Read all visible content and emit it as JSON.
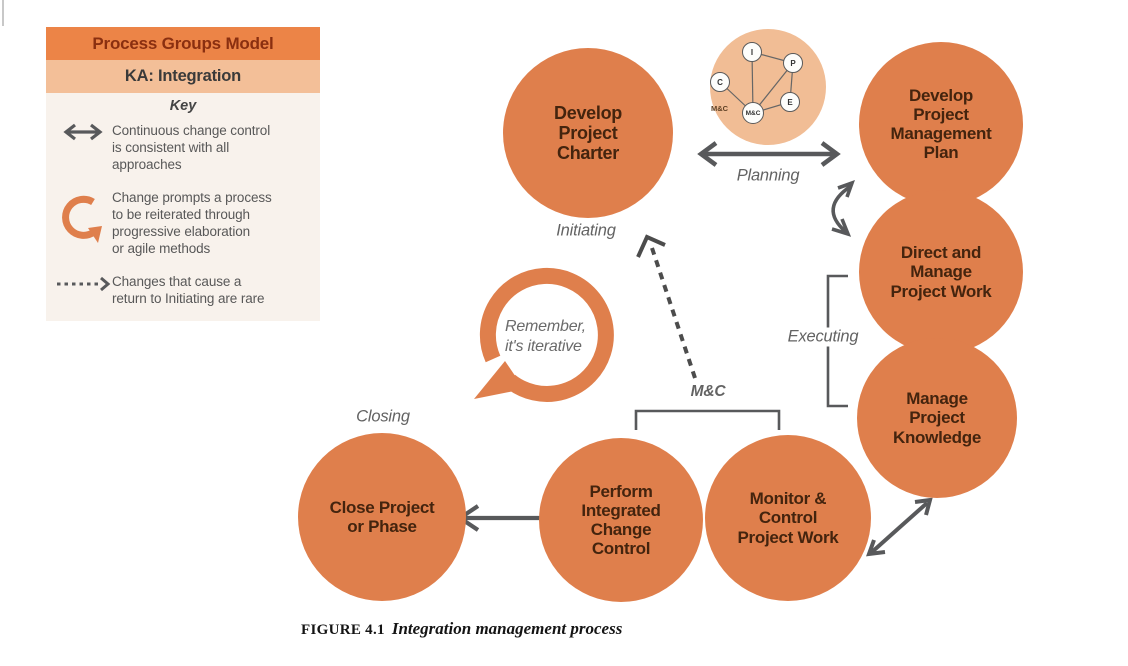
{
  "legend": {
    "title": "Process Groups Model",
    "subtitle": "KA: Integration",
    "key_label": "Key",
    "items": [
      {
        "icon": "double-arrow-icon",
        "text": "Continuous change control\nis consistent with all\napproaches"
      },
      {
        "icon": "curved-arrow-icon",
        "text": "Change prompts a process\nto be reiterated through\nprogressive elaboration\nor agile methods"
      },
      {
        "icon": "dashed-arrow-icon",
        "text": "Changes that cause a\nreturn to Initiating are rare"
      }
    ]
  },
  "mini_network": {
    "nodes": [
      "I",
      "P",
      "E",
      "C",
      "M&C"
    ],
    "outer_label": "M&C"
  },
  "nodes": {
    "develop_project_charter": "Develop\nProject\nCharter",
    "develop_project_management_plan": "Develop\nProject\nManagement\nPlan",
    "direct_and_manage_project_work": "Direct and\nManage\nProject Work",
    "manage_project_knowledge": "Manage\nProject\nKnowledge",
    "monitor_control_project_work": "Monitor &\nControl\nProject Work",
    "perform_integrated_change_control": "Perform\nIntegrated\nChange\nControl",
    "close_project_or_phase": "Close Project\nor Phase"
  },
  "phase_labels": {
    "initiating": "Initiating",
    "planning": "Planning",
    "executing": "Executing",
    "monitoring_controlling": "M&C",
    "closing": "Closing"
  },
  "iterative_note": "Remember,\nit's iterative",
  "caption": {
    "figure_label": "FIGURE 4.1",
    "figure_title": "Integration management process"
  },
  "colors": {
    "node_orange": "#df7f4c",
    "bubble_orange": "#f1bd95",
    "legend_header": "#ec8447",
    "legend_subheader": "#f3bf98",
    "arrow_gray": "#58595b",
    "node_text": "#44240e",
    "label_gray": "#636363"
  }
}
